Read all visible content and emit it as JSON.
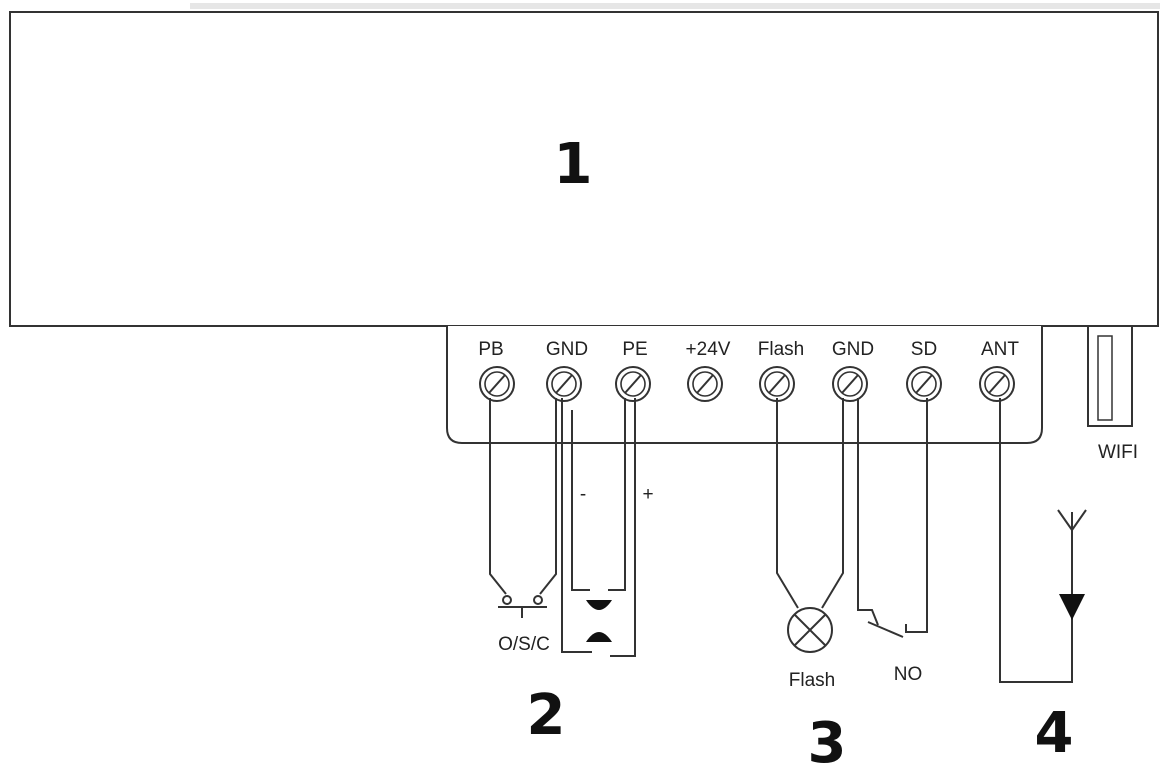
{
  "main_unit": {
    "label": "1"
  },
  "terminals": [
    {
      "label": "PB"
    },
    {
      "label": "GND"
    },
    {
      "label": "PE"
    },
    {
      "label": "+24V"
    },
    {
      "label": "Flash"
    },
    {
      "label": "GND"
    },
    {
      "label": "SD"
    },
    {
      "label": "ANT"
    }
  ],
  "wifi": {
    "label": "WIFI"
  },
  "groups": [
    {
      "number": "2",
      "device_label": "O/S/C",
      "minus": "-",
      "plus": "+"
    },
    {
      "number": "3",
      "flash_label": "Flash",
      "no_label": "NO"
    },
    {
      "number": "4"
    }
  ],
  "colors": {
    "line": "#333333",
    "background": "#ffffff"
  }
}
